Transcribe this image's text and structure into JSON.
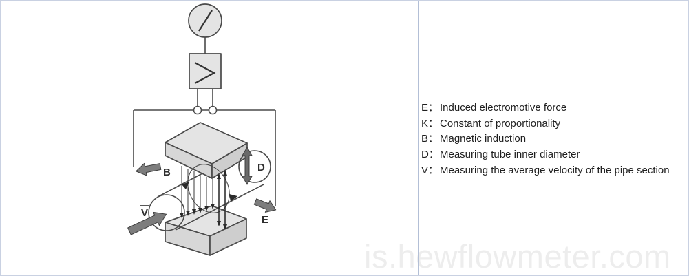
{
  "diagram": {
    "labels": {
      "b": "B",
      "d": "D",
      "v": "V",
      "e": "E"
    }
  },
  "legend": {
    "items": [
      {
        "label": "E：",
        "text": "Induced electromotive force"
      },
      {
        "label": "K：",
        "text": "Constant of proportionality"
      },
      {
        "label": "B：",
        "text": "Magnetic induction"
      },
      {
        "label": "D：",
        "text": "Measuring tube inner diameter"
      },
      {
        "label": "V：",
        "text": "Measuring the average velocity of the pipe section"
      }
    ]
  },
  "watermark": "is.hewflowmeter.com",
  "colors": {
    "border": "#c9d1e2",
    "divider": "#b3bfd6",
    "diagram_stroke": "#4a4a4a",
    "diagram_fill": "#e4e4e4",
    "arrow_gray": "#7d7d7d",
    "watermark_gray": "#ededed",
    "legend_text": "#1f1f1f"
  }
}
